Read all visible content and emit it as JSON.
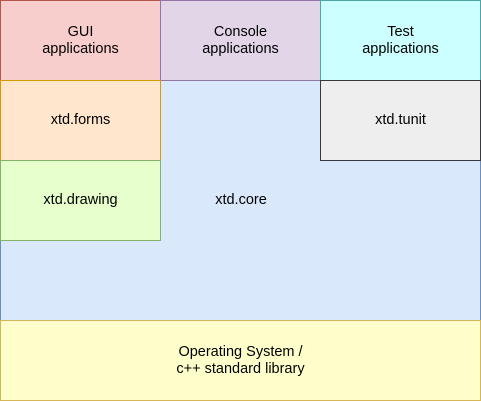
{
  "diagram": {
    "gui_apps": "GUI\napplications",
    "console_apps": "Console\napplications",
    "test_apps": "Test\napplications",
    "forms": "xtd.forms",
    "tunit": "xtd.tunit",
    "drawing": "xtd.drawing",
    "core": "xtd.core",
    "os": "Operating System /\nc++ standard library"
  },
  "colors": {
    "gui_apps_fill": "#f8cecc",
    "console_apps_fill": "#e1d5e7",
    "test_apps_fill": "#ccffff",
    "forms_fill": "#ffe6cc",
    "drawing_fill": "#e6ffcc",
    "tunit_fill": "#eeeeee",
    "core_fill": "#dae8fc",
    "os_fill": "#ffffcc"
  }
}
